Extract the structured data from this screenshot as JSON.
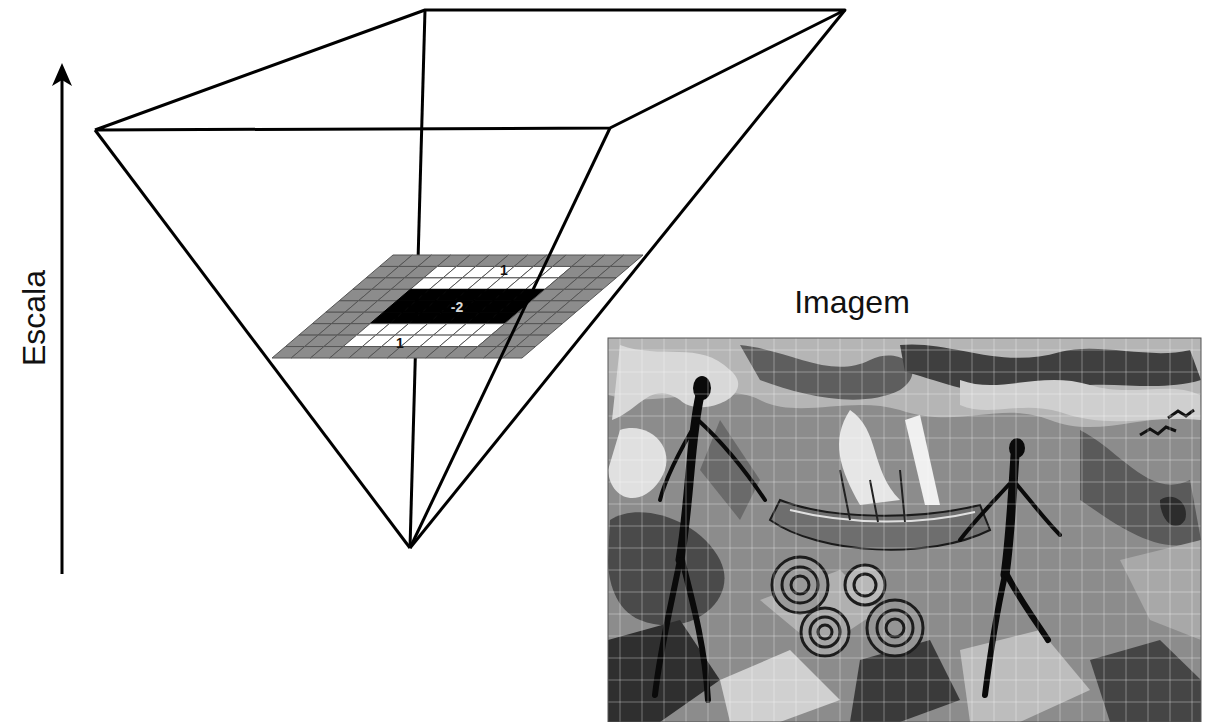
{
  "diagram": {
    "labels": [
      "Escala",
      "1",
      "-2",
      "Imagem",
      "1"
    ]
  }
}
